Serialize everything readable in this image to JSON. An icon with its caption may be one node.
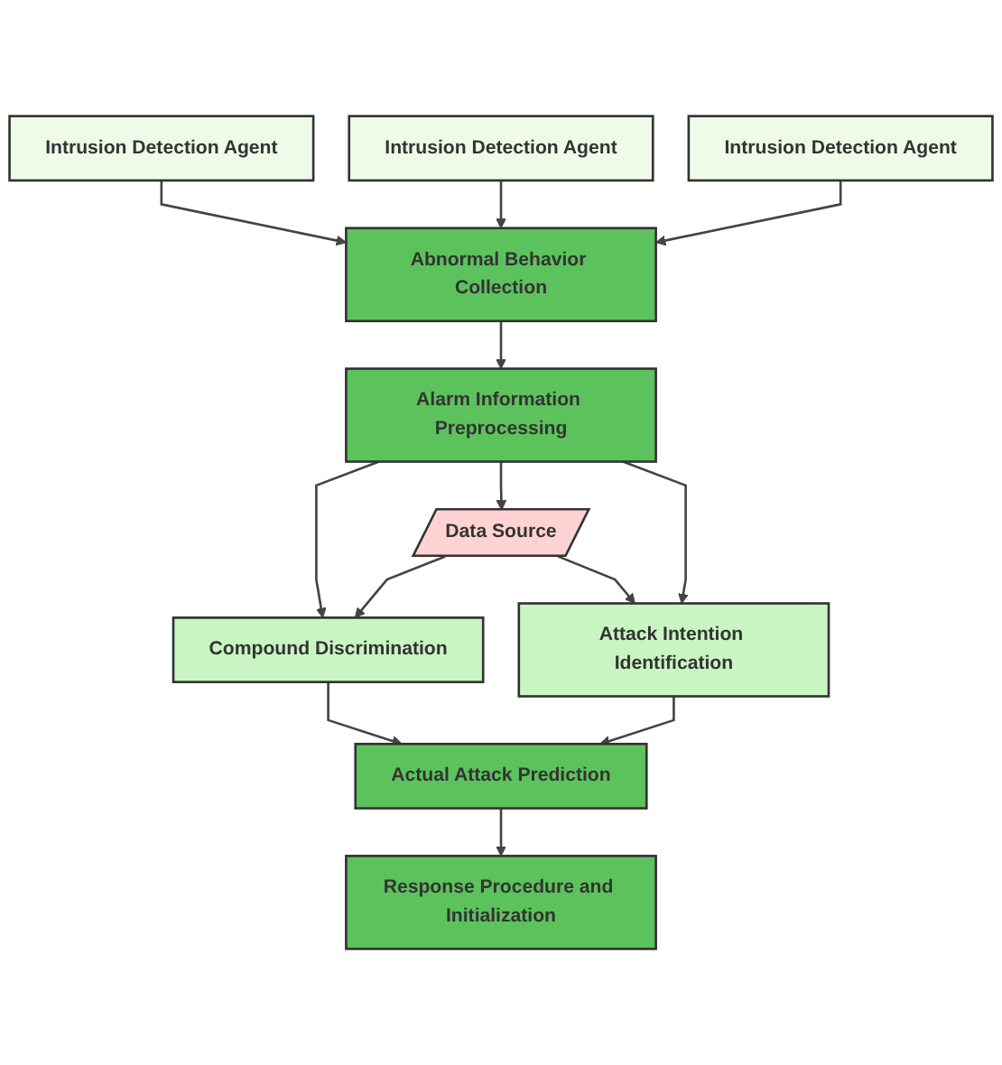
{
  "diagram": {
    "nodes": [
      {
        "text": [
          "Intrusion Detection Agent"
        ]
      },
      {
        "text": [
          "Intrusion Detection Agent"
        ]
      },
      {
        "text": [
          "Intrusion Detection Agent"
        ]
      },
      {
        "text": [
          "Abnormal Behavior Collection"
        ]
      },
      {
        "text": [
          "Alarm Information Preprocessing"
        ]
      },
      {
        "text": [
          "Compound Discrimination"
        ]
      },
      {
        "text": [
          "Data Source"
        ]
      },
      {
        "text": [
          "Attack Intention Identification"
        ]
      },
      {
        "text": [
          "Actual Attack Prediction"
        ]
      },
      {
        "text": [
          "Response Procedure and Initialization"
        ]
      }
    ],
    "edges": [
      {
        "from": 0,
        "to": 3,
        "arrow": "to"
      },
      {
        "from": 1,
        "to": 3,
        "arrow": "to"
      },
      {
        "from": 2,
        "to": 3,
        "arrow": "to"
      },
      {
        "from": 3,
        "to": 4,
        "arrow": "to"
      },
      {
        "from": 4,
        "to": 5,
        "arrow": "to"
      },
      {
        "from": 4,
        "to": 6,
        "arrow": "to"
      },
      {
        "from": 4,
        "to": 7,
        "arrow": "to"
      },
      {
        "from": 6,
        "to": 5,
        "arrow": "to"
      },
      {
        "from": 6,
        "to": 7,
        "arrow": "to"
      },
      {
        "from": 5,
        "to": 8,
        "arrow": "to"
      },
      {
        "from": 7,
        "to": 8,
        "arrow": "to"
      },
      {
        "from": 8,
        "to": 9,
        "arrow": "to"
      }
    ]
  }
}
